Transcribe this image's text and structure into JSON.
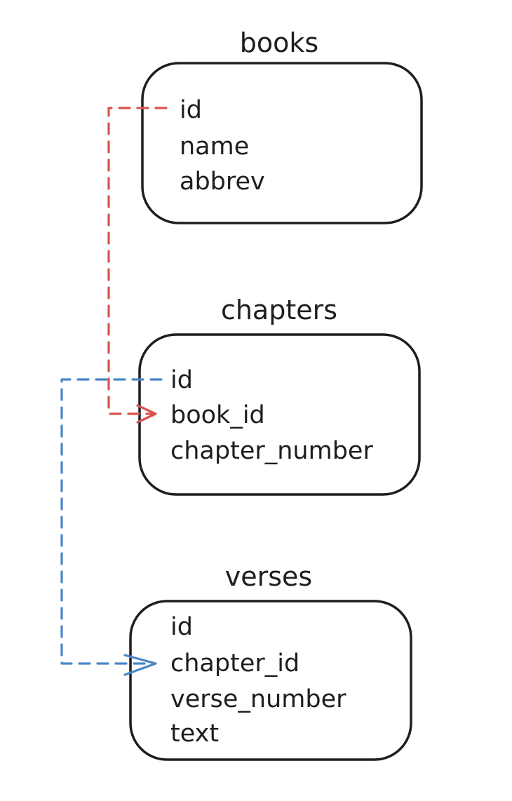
{
  "colors": {
    "ink": "#1e1e1e",
    "relation_books_chapters": "#d9534f",
    "relation_chapters_verses": "#4a86c8"
  },
  "tables": [
    {
      "name": "books",
      "fields": [
        "id",
        "name",
        "abbrev"
      ]
    },
    {
      "name": "chapters",
      "fields": [
        "id",
        "book_id",
        "chapter_number"
      ]
    },
    {
      "name": "verses",
      "fields": [
        "id",
        "chapter_id",
        "verse_number",
        "text"
      ]
    }
  ],
  "relations": [
    {
      "from": "books.id",
      "to": "chapters.book_id",
      "style": "dashed",
      "color": "#d9534f",
      "icon": "arrow-icon"
    },
    {
      "from": "chapters.id",
      "to": "verses.chapter_id",
      "style": "dashed",
      "color": "#4a86c8",
      "icon": "arrow-icon"
    }
  ]
}
